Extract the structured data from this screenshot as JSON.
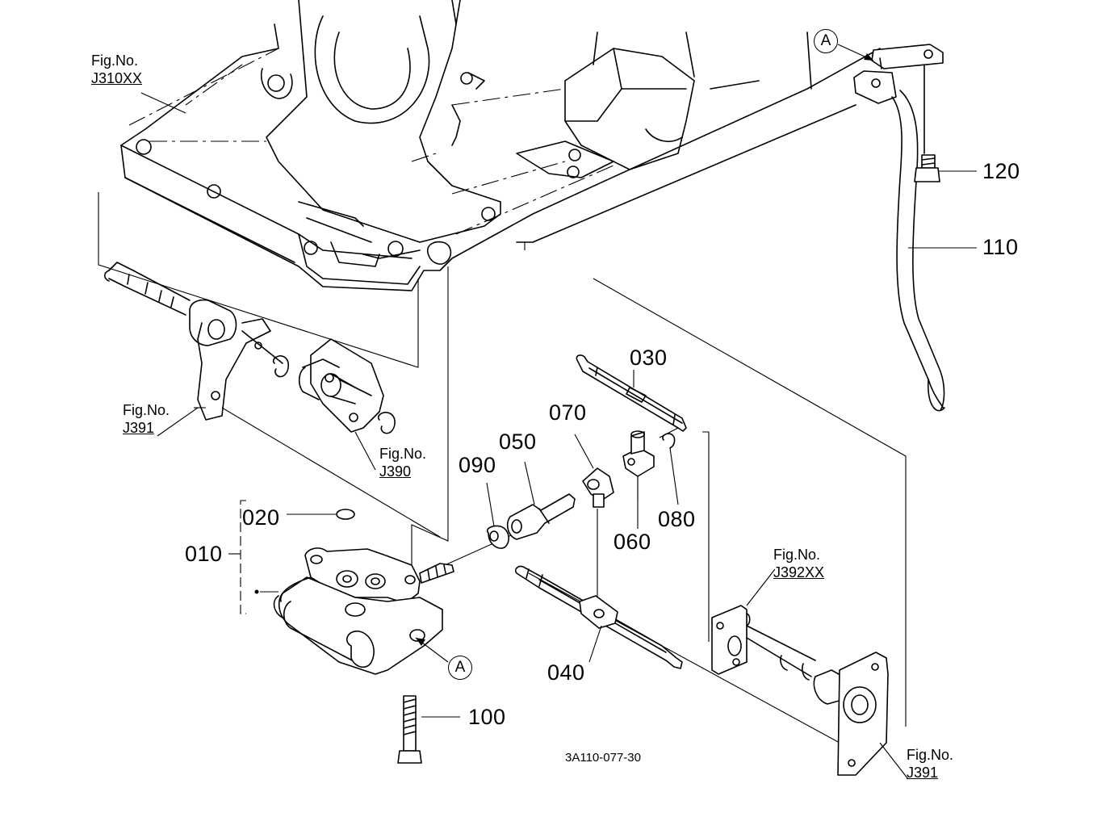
{
  "drawing_code": "3A110-077-30",
  "callout_letter": "A",
  "part_numbers": {
    "p010": "010",
    "p020": "020",
    "p030": "030",
    "p040": "040",
    "p050": "050",
    "p060": "060",
    "p070": "070",
    "p080": "080",
    "p090": "090",
    "p100": "100",
    "p110": "110",
    "p120": "120"
  },
  "figure_refs": {
    "prefix": "Fig.No.",
    "j310xx": "J310XX",
    "j391_left": "J391",
    "j390": "J390",
    "j392xx": "J392XX",
    "j391_right": "J391"
  }
}
